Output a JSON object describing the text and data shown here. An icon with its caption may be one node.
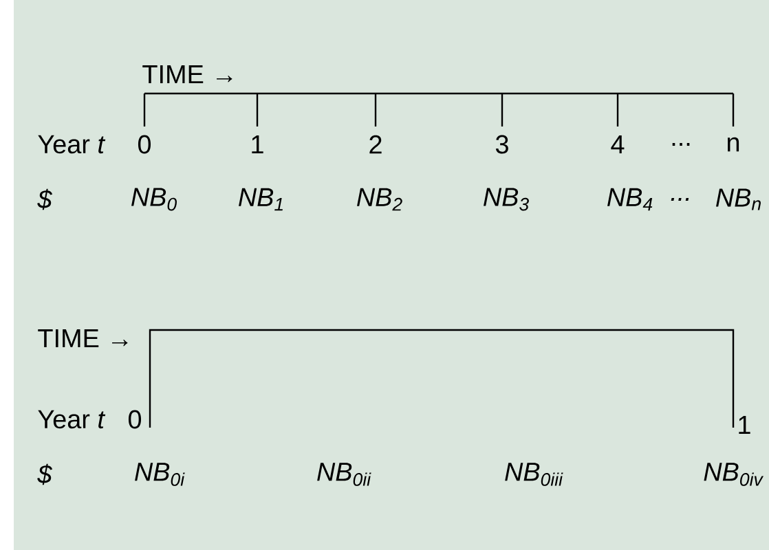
{
  "diagram": {
    "labels": [
      "TIME →",
      "Year *t*",
      "0",
      "1",
      "2",
      "3",
      "4",
      "...",
      "n",
      "$",
      "NB$_{0}$",
      "NB$_{1}$",
      "NB$_{2}$",
      "NB$_{3}$",
      "NB$_{4}$",
      "...",
      "NB$_{n}$",
      "TIME →",
      "Year *t*",
      "0",
      "1",
      "$",
      "NB$_{0i}$",
      "NB$_{0ii}$",
      "NB$_{0iii}$",
      "NB$_{0iv}$"
    ]
  }
}
